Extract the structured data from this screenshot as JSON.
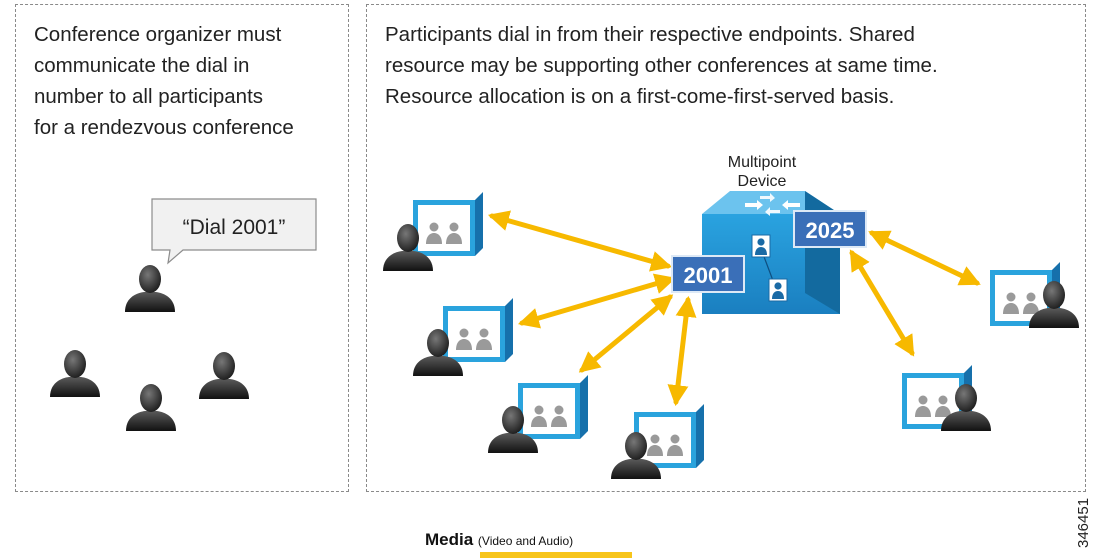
{
  "left_panel": {
    "text_lines": [
      "Conference organizer must",
      "communicate the dial in",
      "number to all participants",
      "for a rendezvous conference"
    ],
    "speech": "“Dial 2001”"
  },
  "right_panel": {
    "text_lines": [
      "Participants dial in from their respective endpoints. Shared",
      "resource may be supporting other conferences at same time.",
      "Resource allocation is on a first-come-first-served basis."
    ],
    "device_label": [
      "Multipoint",
      "Device"
    ],
    "conference_a": "2001",
    "conference_b": "2025"
  },
  "legend": {
    "title": "Media",
    "subtitle": "(Video and Audio)",
    "line_color": "#f7c51b"
  },
  "figure_id": "346451",
  "colors": {
    "arrow": "#f7b900",
    "cube_front": "#1e8fd0",
    "cube_top": "#6cc3ee",
    "cube_side": "#136a9f",
    "badge": "#3a6fb8",
    "screen_frame": "#2aa3dd"
  }
}
